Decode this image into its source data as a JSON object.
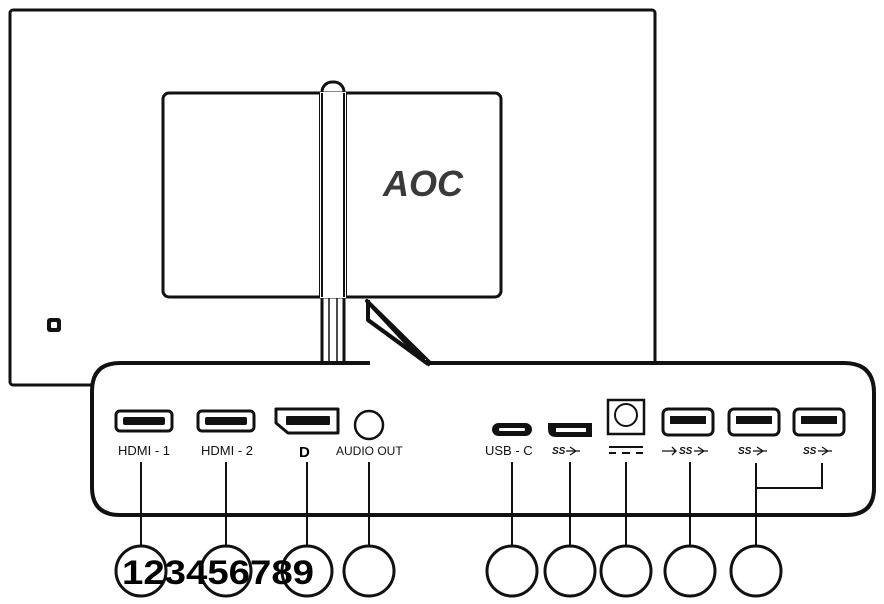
{
  "monitor": {
    "brand_logo": "AOC"
  },
  "ports": [
    {
      "id": "hdmi1",
      "label": "HDMI - 1"
    },
    {
      "id": "hdmi2",
      "label": "HDMI - 2"
    },
    {
      "id": "dp",
      "label": "D"
    },
    {
      "id": "audio",
      "label": "AUDIO OUT"
    },
    {
      "id": "usbc",
      "label": "USB - C"
    },
    {
      "id": "usb-b",
      "label": "SS"
    },
    {
      "id": "dc",
      "label": ""
    },
    {
      "id": "usba1",
      "label": "SS"
    },
    {
      "id": "usba2",
      "label": "SS"
    },
    {
      "id": "usba3",
      "label": "SS"
    }
  ],
  "callouts": {
    "numbers_text": "123456789"
  },
  "colors": {
    "line": "#111111",
    "panel_fill": "#ffffff",
    "logo": "#3a3a3a"
  }
}
